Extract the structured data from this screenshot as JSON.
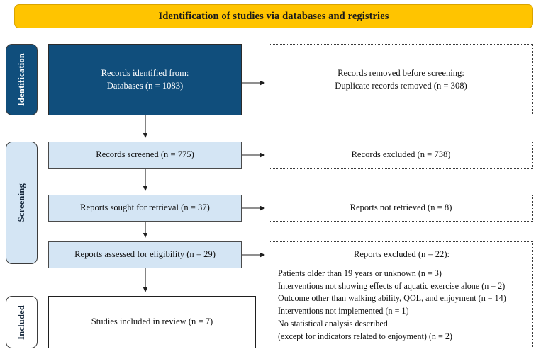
{
  "header": {
    "title": "Identification of studies via databases and registries"
  },
  "stages": [
    {
      "id": "identification",
      "label": "Identification"
    },
    {
      "id": "screening",
      "label": "Screening"
    },
    {
      "id": "included",
      "label": "Included"
    }
  ],
  "boxes": {
    "identified": {
      "line1": "Records identified from:",
      "line2": "Databases (n = 1083)"
    },
    "removed": {
      "line1": "Records removed before screening:",
      "line2": "Duplicate records removed  (n = 308)"
    },
    "screened": {
      "line1": "Records screened (n = 775)"
    },
    "excluded_screened": {
      "line1": "Records excluded (n = 738)"
    },
    "sought": {
      "line1": "Reports sought for retrieval (n = 37)"
    },
    "not_retrieved": {
      "line1": "Reports not retrieved (n = 8)"
    },
    "assessed": {
      "line1": "Reports assessed for eligibility  (n = 29)"
    },
    "excluded_reports": {
      "title": "Reports excluded (n = 22):",
      "reasons": [
        "Patients older than  19 years or unknown (n = 3)",
        "Interventions not showing effects of aquatic exercise alone (n = 2)",
        "Outcome other than walking ability, QOL, and enjoyment (n = 14)",
        "Interventions  not implemented (n = 1)",
        "No statistical analysis described",
        "(except for indicators related to enjoyment) (n = 2)"
      ]
    },
    "included": {
      "line1": "Studies included in review (n = 7)"
    }
  },
  "colors": {
    "banner_fill": "#FFC400",
    "banner_border": "#D9A400",
    "dark_blue": "#104E7C",
    "light_blue": "#D4E5F4",
    "box_border": "#4a4a4a",
    "arrow": "#1f1f1f"
  }
}
